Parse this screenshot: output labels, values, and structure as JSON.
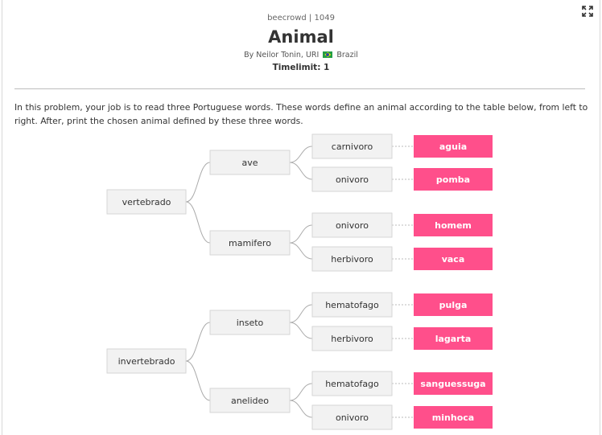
{
  "header": {
    "source": "beecrowd | 1049",
    "title": "Animal",
    "author_prefix": "By Neilor Tonin, URI",
    "country": "Brazil",
    "timelimit": "Timelimit: 1"
  },
  "description": "In this problem, your job is to read three Portuguese words. These words define an animal according to the table below, from left to right. After, print the chosen animal defined by these three words.",
  "colors": {
    "leaf": "#ff4f8b",
    "node": "#f2f2f2",
    "node_border": "#d6d6d6",
    "connector": "#aaaaaa"
  },
  "icons": {
    "expand": "expand-icon",
    "flag": "brazil-flag-icon"
  },
  "tree": [
    {
      "label": "vertebrado",
      "children": [
        {
          "label": "ave",
          "children": [
            {
              "label": "carnivoro",
              "animal": "aguia"
            },
            {
              "label": "onivoro",
              "animal": "pomba"
            }
          ]
        },
        {
          "label": "mamifero",
          "children": [
            {
              "label": "onivoro",
              "animal": "homem"
            },
            {
              "label": "herbivoro",
              "animal": "vaca"
            }
          ]
        }
      ]
    },
    {
      "label": "invertebrado",
      "children": [
        {
          "label": "inseto",
          "children": [
            {
              "label": "hematofago",
              "animal": "pulga"
            },
            {
              "label": "herbivoro",
              "animal": "lagarta"
            }
          ]
        },
        {
          "label": "anelideo",
          "children": [
            {
              "label": "hematofago",
              "animal": "sanguessuga"
            },
            {
              "label": "onivoro",
              "animal": "minhoca"
            }
          ]
        }
      ]
    }
  ]
}
